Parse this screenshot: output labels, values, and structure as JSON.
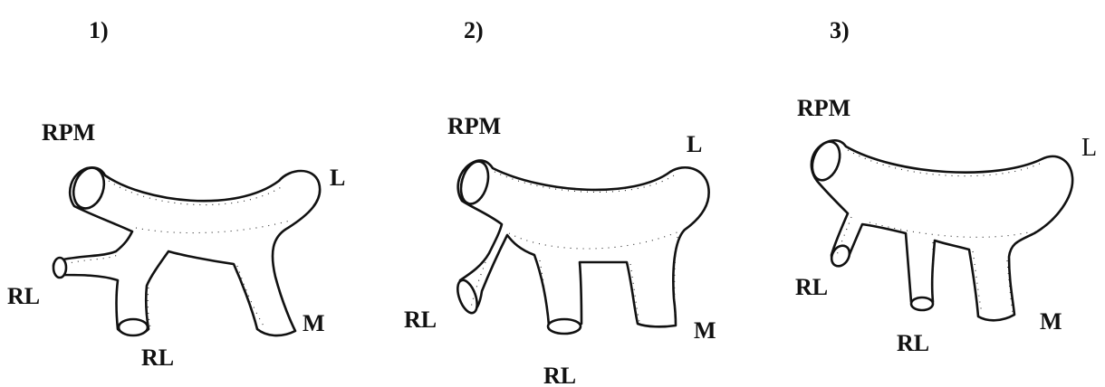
{
  "panels": [
    {
      "number": "1)",
      "labels": {
        "top_left": "RPM",
        "top_right": "L",
        "branch_a": "RL",
        "branch_b": "RL",
        "bottom_right": "M"
      }
    },
    {
      "number": "2)",
      "labels": {
        "top_left": "RPM",
        "top_right": "L",
        "branch_a": "RL",
        "branch_b": "RL",
        "bottom_right": "M"
      }
    },
    {
      "number": "3)",
      "labels": {
        "top_left": "RPM",
        "top_right": "L",
        "branch_a": "RL",
        "branch_b": "RL",
        "bottom_right": "M"
      }
    }
  ]
}
